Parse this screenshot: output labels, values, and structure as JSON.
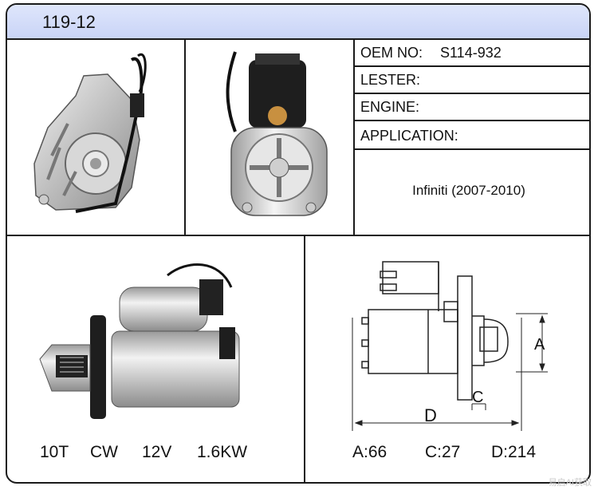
{
  "header": {
    "title": "119-12"
  },
  "info": {
    "oem_label": "OEM NO:",
    "oem_value": "S114-932",
    "lester_label": "LESTER:",
    "engine_label": "ENGINE:",
    "application_label": "APPLICATION:",
    "application_value": "Infiniti (2007-2010)"
  },
  "specs": {
    "teeth": "10T",
    "rotation": "CW",
    "voltage": "12V",
    "power": "1.6KW"
  },
  "dimensions": {
    "label_a": "A",
    "label_c": "C",
    "label_d": "D",
    "a": "A:66",
    "c": "C:27",
    "d": "D:214"
  },
  "watermark": "易启AI获取"
}
